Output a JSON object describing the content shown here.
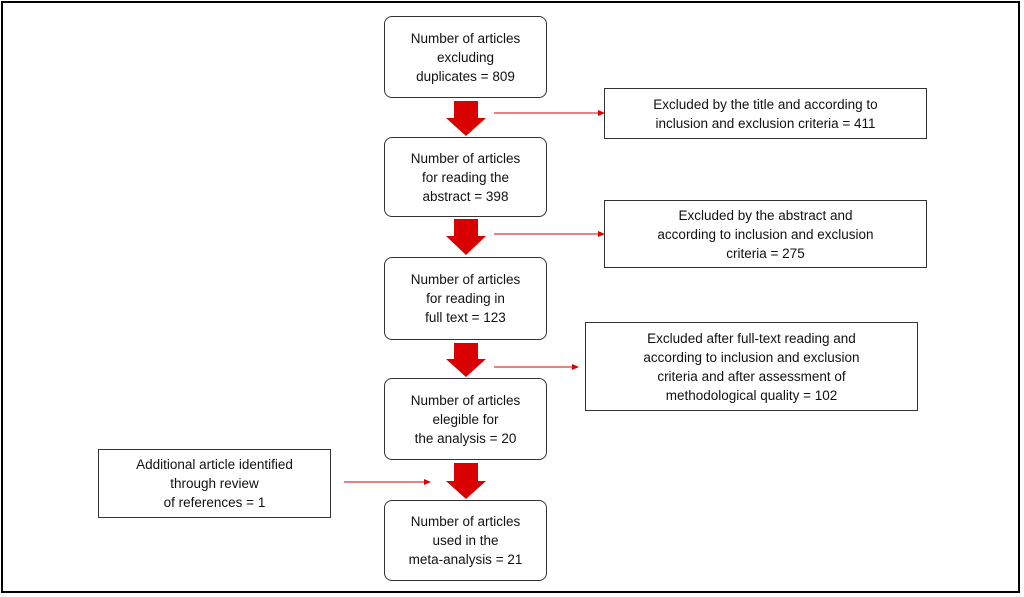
{
  "main_boxes": [
    {
      "id": "box-1",
      "text": "Number of articles\nexcluding\nduplicates = 809"
    },
    {
      "id": "box-2",
      "text": "Number of articles\nfor reading the\nabstract = 398"
    },
    {
      "id": "box-3",
      "text": "Number of articles\nfor reading in\nfull text = 123"
    },
    {
      "id": "box-4",
      "text": "Number of articles\nelegible for\nthe analysis = 20"
    },
    {
      "id": "box-5",
      "text": "Number of articles\nused in the\nmeta-analysis = 21"
    }
  ],
  "excluded_boxes": [
    {
      "id": "excl-1",
      "text": "Excluded by the title and according to\ninclusion and exclusion criteria = 411"
    },
    {
      "id": "excl-2",
      "text": "Excluded by the abstract and\naccording to inclusion and exclusion\ncriteria = 275"
    },
    {
      "id": "excl-3",
      "text": "Excluded after full-text reading and\naccording to inclusion and exclusion\ncriteria and after assessment of\nmethodological quality = 102"
    }
  ],
  "additional_box": {
    "text": "Additional article identified\nthrough review\nof references = 1"
  },
  "colors": {
    "arrow": "#d90000",
    "border": "#333333",
    "frame": "#000000"
  }
}
